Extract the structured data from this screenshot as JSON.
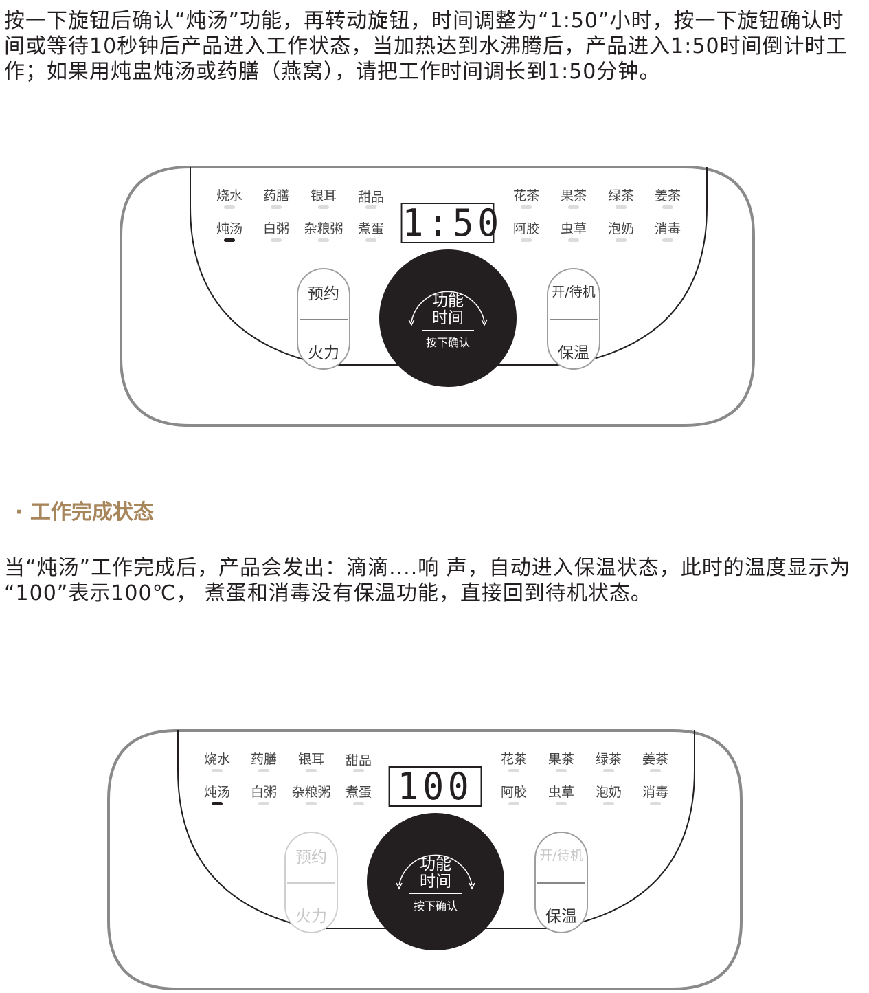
{
  "intro_paragraph": "按一下旋钮后确认“炖汤”功能，再转动旋钮，时间调整为“1:50”小时，按一下旋钮确认时间或等待10秒钟后产品进入工作状态，当加热达到水沸腾后，产品进入1:50时间倒计时工作；如果用炖盅炖汤或药膳（燕窝），请把工作时间调长到1:50分钟。",
  "section_heading": "· 工作完成状态",
  "completion_paragraph": "当“炖汤”工作完成后，产品会发出：滴滴....响 声，自动进入保温状态，此时的温度显示为 “100”表示100℃， 煮蛋和消毒没有保温功能，直接回到待机状态。",
  "function_labels": {
    "left_row1": [
      "烧水",
      "药膳",
      "银耳",
      "甜品"
    ],
    "left_row2": [
      "炖汤",
      "白粥",
      "杂粮粥",
      "煮蛋"
    ],
    "right_row1": [
      "花茶",
      "果茶",
      "绿茶",
      "姜茶"
    ],
    "right_row2": [
      "阿胶",
      "虫草",
      "泡奶",
      "消毒"
    ]
  },
  "active_function": "炖汤",
  "panel1": {
    "display": "1:50"
  },
  "panel2": {
    "display": "100"
  },
  "buttons": {
    "left_top": "预约",
    "left_bottom": "火力",
    "right_top": "开/待机",
    "right_bottom": "保温"
  },
  "knob": {
    "line1": "功能",
    "line2": "时间",
    "line3": "按下确认"
  },
  "colors": {
    "text": "#231f20",
    "heading": "#a8865c",
    "led_off": "#dcdcdc",
    "led_on": "#231f20"
  }
}
